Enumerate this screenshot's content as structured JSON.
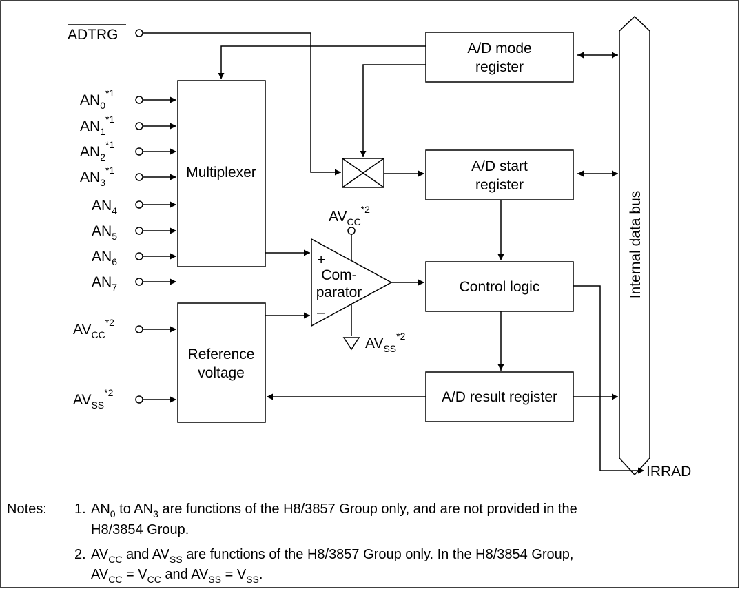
{
  "signals": {
    "adtrg": "ADTRG",
    "an_prefix": "AN",
    "an": [
      {
        "sub": "0",
        "sup": "*1"
      },
      {
        "sub": "1",
        "sup": "*1"
      },
      {
        "sub": "2",
        "sup": "*1"
      },
      {
        "sub": "3",
        "sup": "*1"
      },
      {
        "sub": "4",
        "sup": ""
      },
      {
        "sub": "5",
        "sup": ""
      },
      {
        "sub": "6",
        "sup": ""
      },
      {
        "sub": "7",
        "sup": ""
      }
    ],
    "av_prefix": "AV",
    "cc_sub": "CC",
    "ss_sub": "SS",
    "note2_mark": "*2",
    "irrad": "IRRAD"
  },
  "blocks": {
    "mode_register": [
      "A/D mode",
      "register"
    ],
    "start_register": [
      "A/D start",
      "register"
    ],
    "multiplexer": "Multiplexer",
    "comparator": [
      "Com-",
      "parator"
    ],
    "comparator_plus": "+",
    "comparator_minus": "–",
    "control_logic": "Control logic",
    "reference_voltage": [
      "Reference",
      "voltage"
    ],
    "result_register": "A/D result register",
    "data_bus": "Internal data bus"
  },
  "notes": {
    "heading": "Notes:",
    "n1_num": "1.",
    "n1_text_a": " to ",
    "n1_text_b": " are functions of the H8/3857 Group only, and are not provided in the",
    "n1_line2": "H8/3854 Group.",
    "n2_num": "2.",
    "n2_text_a": " and ",
    "n2_text_b": " are functions of the H8/3857 Group only. In the H8/3854 Group,",
    "n2_eq": " = ",
    "n2_and": " and ",
    "n2_end": ".",
    "v_prefix": "V"
  }
}
